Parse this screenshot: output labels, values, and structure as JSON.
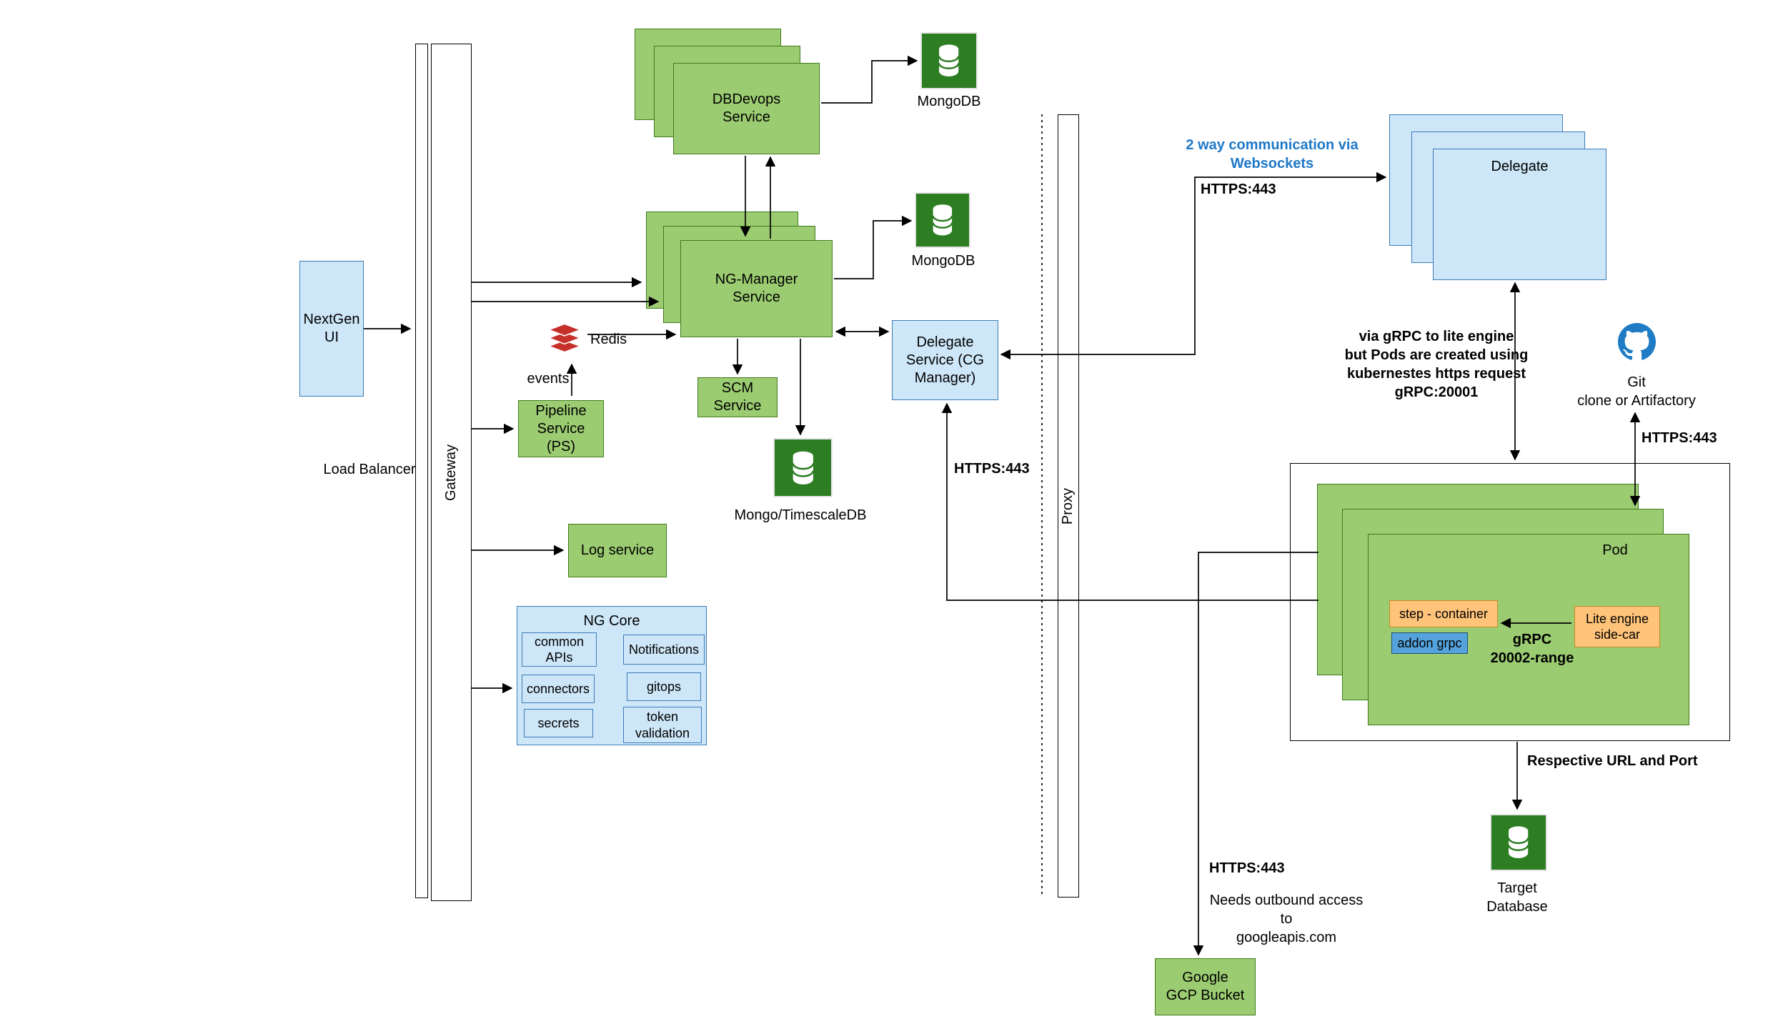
{
  "colors": {
    "green": "#9CCC72",
    "blue": "#CDE6F8",
    "orange": "#FFC37A",
    "accent_blue_text": "#1E78C8",
    "db_icon_green": "#2D7D23",
    "redis_red": "#C6302B",
    "git_blue": "#1F7CC4"
  },
  "left": {
    "nextgen_ui": "NextGen UI",
    "load_balancer": "Load Balancer",
    "gateway": "Gateway"
  },
  "proxy": "Proxy",
  "services": {
    "dbdevops": "DBDevops Service",
    "ng_manager": "NG-Manager Service",
    "pipeline": "Pipeline Service (PS)",
    "scm": "SCM Service",
    "log": "Log service",
    "delegate_service": "Delegate Service (CG Manager)"
  },
  "datastores": {
    "mongodb_top": "MongoDB",
    "mongodb_mid": "MongoDB",
    "mongo_timescale": "Mongo/TimescaleDB",
    "redis": "Redis",
    "target_db": "Target\nDatabase"
  },
  "ng_core": {
    "title": "NG Core",
    "items": [
      "common APIs",
      "Notifications",
      "connectors",
      "gitops",
      "secrets",
      "token validation"
    ]
  },
  "labels": {
    "events": "events",
    "websockets": "2 way communication via\nWebsockets",
    "https_websockets": "HTTPS:443",
    "https_delegate": "HTTPS:443",
    "https_git": "HTTPS:443",
    "https_gcp": "HTTPS:443",
    "grpc_note": "via gRPC to lite engine\nbut Pods are created using\nkubernestes https request\ngRPC:20001",
    "grpc_range": "gRPC\n20002-range",
    "respective_url": "Respective URL and Port",
    "gcp_note": "Needs outbound access to\ngoogleapis.com",
    "git": "Git\nclone or Artifactory"
  },
  "right": {
    "delegate": "Delegate",
    "pod": "Pod",
    "step_container": "step - container",
    "addon_grpc": "addon grpc",
    "lite_engine": "Lite engine side-car",
    "gcp_bucket": "Google GCP Bucket"
  }
}
